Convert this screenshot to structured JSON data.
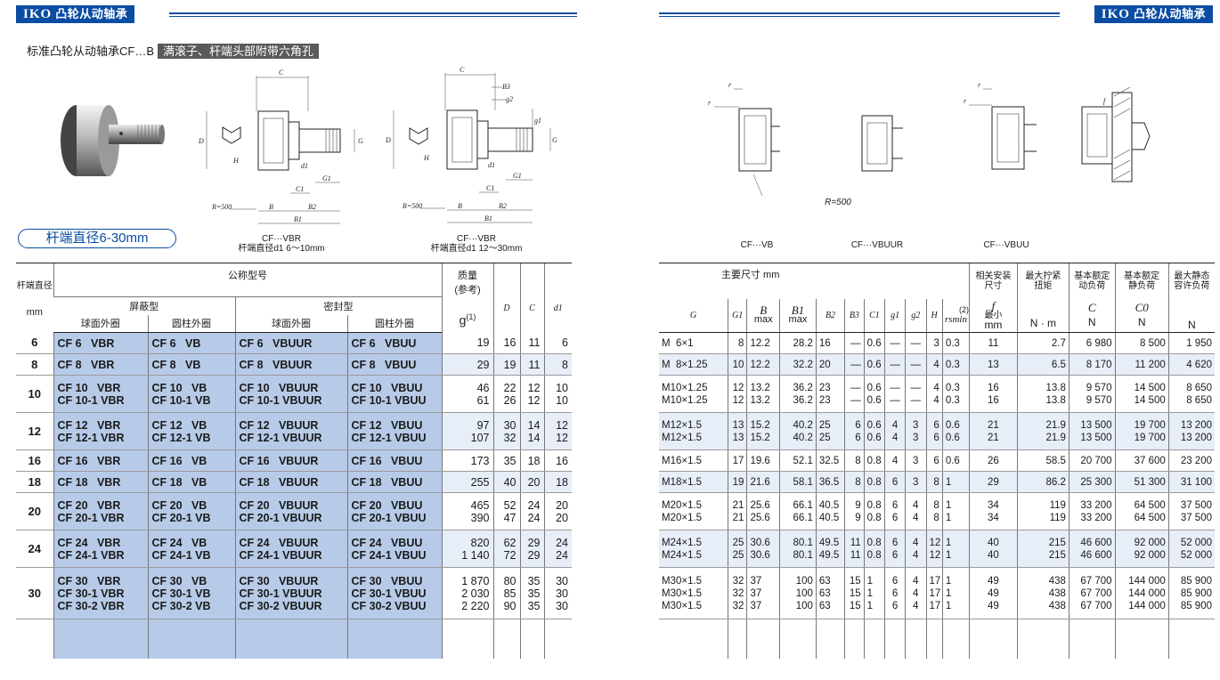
{
  "brand": {
    "logo": "IKO",
    "title": "凸轮从动轴承"
  },
  "subtitle": {
    "main": "标准凸轮从动轴承CF…B",
    "highlight": "满滚子、杆端头部附带六角孔"
  },
  "range_label": "杆端直径6-30mm",
  "drawings": {
    "cap1": {
      "name": "CF···VBR",
      "note": "杆端直径d1  6～10mm"
    },
    "cap2": {
      "name": "CF···VBR",
      "note": "杆端直径d1  12～30mm"
    },
    "cap3": "CF···VB",
    "cap4": "CF···VBUUR",
    "cap5": "CF···VBUU",
    "r500": "R=500",
    "labels": {
      "C": "C",
      "D": "D",
      "H": "H",
      "G": "G",
      "d1": "d1",
      "C1": "C1",
      "G1": "G1",
      "B": "B",
      "B1": "B1",
      "B2": "B2",
      "B3": "B3",
      "g1": "g1",
      "g2": "g2",
      "r": "r",
      "f": "f"
    }
  },
  "left_table": {
    "headers": {
      "stud_dia": "杆端直径",
      "mm": "mm",
      "nominal": "公称型号",
      "shielded": "屏蔽型",
      "sealed": "密封型",
      "crowned": "球面外圈",
      "cylindrical": "圆柱外圈",
      "crowned2": "球面外圈",
      "cylindrical2": "圆柱外圈",
      "mass": "质量",
      "mass_ref": "(参考)",
      "mass_unit": "g",
      "note1": "(1)",
      "D": "D",
      "C": "C",
      "d1": "d1"
    },
    "rows": [
      {
        "size": "6",
        "m1": "CF 6   VBR",
        "m2": "CF 6   VB",
        "m3": "CF 6   VBUUR",
        "m4": "CF 6   VBUU",
        "mass": "19",
        "D": "16",
        "C": "11",
        "d1": "6"
      },
      {
        "size": "8",
        "m1": "CF 8   VBR",
        "m2": "CF 8   VB",
        "m3": "CF 8   VBUUR",
        "m4": "CF 8   VBUU",
        "mass": "29",
        "D": "19",
        "C": "11",
        "d1": "8"
      },
      {
        "size": "10",
        "m1": "CF 10   VBR\nCF 10-1 VBR",
        "m2": "CF 10   VB\nCF 10-1 VB",
        "m3": "CF 10   VBUUR\nCF 10-1 VBUUR",
        "m4": "CF 10   VBUU\nCF 10-1 VBUU",
        "mass": "46\n61",
        "D": "22\n26",
        "C": "12\n12",
        "d1": "10\n10"
      },
      {
        "size": "12",
        "m1": "CF 12   VBR\nCF 12-1 VBR",
        "m2": "CF 12   VB\nCF 12-1 VB",
        "m3": "CF 12   VBUUR\nCF 12-1 VBUUR",
        "m4": "CF 12   VBUU\nCF 12-1 VBUU",
        "mass": "97\n107",
        "D": "30\n32",
        "C": "14\n14",
        "d1": "12\n12"
      },
      {
        "size": "16",
        "m1": "CF 16   VBR",
        "m2": "CF 16   VB",
        "m3": "CF 16   VBUUR",
        "m4": "CF 16   VBUU",
        "mass": "173",
        "D": "35",
        "C": "18",
        "d1": "16"
      },
      {
        "size": "18",
        "m1": "CF 18   VBR",
        "m2": "CF 18   VB",
        "m3": "CF 18   VBUUR",
        "m4": "CF 18   VBUU",
        "mass": "255",
        "D": "40",
        "C": "20",
        "d1": "18"
      },
      {
        "size": "20",
        "m1": "CF 20   VBR\nCF 20-1 VBR",
        "m2": "CF 20   VB\nCF 20-1 VB",
        "m3": "CF 20   VBUUR\nCF 20-1 VBUUR",
        "m4": "CF 20   VBUU\nCF 20-1 VBUU",
        "mass": "465\n390",
        "D": "52\n47",
        "C": "24\n24",
        "d1": "20\n20"
      },
      {
        "size": "24",
        "m1": "CF 24   VBR\nCF 24-1 VBR",
        "m2": "CF 24   VB\nCF 24-1 VB",
        "m3": "CF 24   VBUUR\nCF 24-1 VBUUR",
        "m4": "CF 24   VBUU\nCF 24-1 VBUU",
        "mass": "820\n1 140",
        "D": "62\n72",
        "C": "29\n29",
        "d1": "24\n24"
      },
      {
        "size": "30",
        "m1": "CF 30   VBR\nCF 30-1 VBR\nCF 30-2 VBR",
        "m2": "CF 30   VB\nCF 30-1 VB\nCF 30-2 VB",
        "m3": "CF 30   VBUUR\nCF 30-1 VBUUR\nCF 30-2 VBUUR",
        "m4": "CF 30   VBUU\nCF 30-1 VBUU\nCF 30-2 VBUU",
        "mass": "1 870\n2 030\n2 220",
        "D": "80\n85\n90",
        "C": "35\n35\n35",
        "d1": "30\n30\n30"
      }
    ]
  },
  "right_table": {
    "headers": {
      "main_dims": "主要尺寸  mm",
      "mount": "相关安装\n尺寸",
      "torque": "最大拧紧\n扭矩",
      "dyn": "基本额定\n动负荷",
      "stat": "基本额定\n静负荷",
      "maxstat": "最大静态\n容许负荷",
      "G": "G",
      "G1": "G1",
      "B": "B",
      "B_max": "max",
      "B1": "B1",
      "B1_max": "max",
      "B2": "B2",
      "B3": "B3",
      "C1": "C1",
      "g1": "g1",
      "g2": "g2",
      "H": "H",
      "rs": "rsmin",
      "note2": "(2)",
      "f": "f",
      "f_min": "最小",
      "f_unit": "mm",
      "Nm": "N · m",
      "Csym": "C",
      "C0sym": "C0",
      "N1": "N",
      "N2": "N",
      "N3": "N"
    },
    "rows": [
      {
        "G": "M  6×1",
        "G1": "8",
        "B": "12.2",
        "B1": "28.2",
        "B2": "16",
        "B3": "—",
        "C1": "0.6",
        "g1": "—",
        "g2": "—",
        "H": "3",
        "rs": "0.3",
        "f": "11",
        "T": "2.7",
        "C": "6 980",
        "C0": "8 500",
        "Cmax": "1 950"
      },
      {
        "G": "M  8×1.25",
        "G1": "10",
        "B": "12.2",
        "B1": "32.2",
        "B2": "20",
        "B3": "—",
        "C1": "0.6",
        "g1": "—",
        "g2": "—",
        "H": "4",
        "rs": "0.3",
        "f": "13",
        "T": "6.5",
        "C": "8 170",
        "C0": "11 200",
        "Cmax": "4 620"
      },
      {
        "G": "M10×1.25\nM10×1.25",
        "G1": "12\n12",
        "B": "13.2\n13.2",
        "B1": "36.2\n36.2",
        "B2": "23\n23",
        "B3": "—\n—",
        "C1": "0.6\n0.6",
        "g1": "—\n—",
        "g2": "—\n—",
        "H": "4\n4",
        "rs": "0.3\n0.3",
        "f": "16\n16",
        "T": "13.8\n13.8",
        "C": "9 570\n9 570",
        "C0": "14 500\n14 500",
        "Cmax": "8 650\n8 650"
      },
      {
        "G": "M12×1.5\nM12×1.5",
        "G1": "13\n13",
        "B": "15.2\n15.2",
        "B1": "40.2\n40.2",
        "B2": "25\n25",
        "B3": "6\n6",
        "C1": "0.6\n0.6",
        "g1": "4\n4",
        "g2": "3\n3",
        "H": "6\n6",
        "rs": "0.6\n0.6",
        "f": "21\n21",
        "T": "21.9\n21.9",
        "C": "13 500\n13 500",
        "C0": "19 700\n19 700",
        "Cmax": "13 200\n13 200"
      },
      {
        "G": "M16×1.5",
        "G1": "17",
        "B": "19.6",
        "B1": "52.1",
        "B2": "32.5",
        "B3": "8",
        "C1": "0.8",
        "g1": "4",
        "g2": "3",
        "H": "6",
        "rs": "0.6",
        "f": "26",
        "T": "58.5",
        "C": "20 700",
        "C0": "37 600",
        "Cmax": "23 200"
      },
      {
        "G": "M18×1.5",
        "G1": "19",
        "B": "21.6",
        "B1": "58.1",
        "B2": "36.5",
        "B3": "8",
        "C1": "0.8",
        "g1": "6",
        "g2": "3",
        "H": "8",
        "rs": "1",
        "f": "29",
        "T": "86.2",
        "C": "25 300",
        "C0": "51 300",
        "Cmax": "31 100"
      },
      {
        "G": "M20×1.5\nM20×1.5",
        "G1": "21\n21",
        "B": "25.6\n25.6",
        "B1": "66.1\n66.1",
        "B2": "40.5\n40.5",
        "B3": "9\n9",
        "C1": "0.8\n0.8",
        "g1": "6\n6",
        "g2": "4\n4",
        "H": "8\n8",
        "rs": "1\n1",
        "f": "34\n34",
        "T": "119\n119",
        "C": "33 200\n33 200",
        "C0": "64 500\n64 500",
        "Cmax": "37 500\n37 500"
      },
      {
        "G": "M24×1.5\nM24×1.5",
        "G1": "25\n25",
        "B": "30.6\n30.6",
        "B1": "80.1\n80.1",
        "B2": "49.5\n49.5",
        "B3": "11\n11",
        "C1": "0.8\n0.8",
        "g1": "6\n6",
        "g2": "4\n4",
        "H": "12\n12",
        "rs": "1\n1",
        "f": "40\n40",
        "T": "215\n215",
        "C": "46 600\n46 600",
        "C0": "92 000\n92 000",
        "Cmax": "52 000\n52 000"
      },
      {
        "G": "M30×1.5\nM30×1.5\nM30×1.5",
        "G1": "32\n32\n32",
        "B": "37\n37\n37",
        "B1": "100\n100\n100",
        "B2": "63\n63\n63",
        "B3": "15\n15\n15",
        "C1": "1\n1\n1",
        "g1": "6\n6\n6",
        "g2": "4\n4\n4",
        "H": "17\n17\n17",
        "rs": "1\n1\n1",
        "f": "49\n49\n49",
        "T": "438\n438\n438",
        "C": "67 700\n67 700\n67 700",
        "C0": "144 000\n144 000\n144 000",
        "Cmax": "85 900\n85 900\n85 900"
      }
    ]
  }
}
